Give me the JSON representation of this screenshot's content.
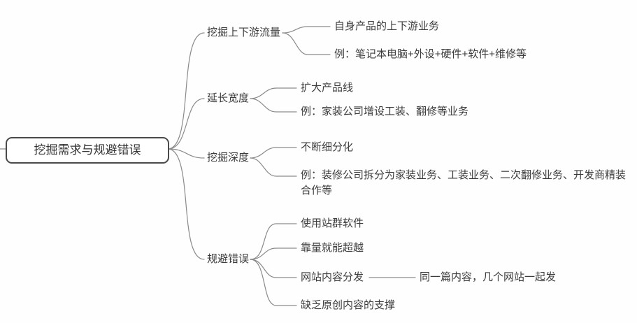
{
  "mindmap": {
    "root_label": "挖掘需求与规避错误",
    "line_color": "#8a8a8a",
    "branches": [
      {
        "label": "挖掘上下游流量",
        "children": [
          {
            "label": "自身产品的上下游业务"
          },
          {
            "label": "例：笔记本电脑+外设+硬件+软件+维修等"
          }
        ]
      },
      {
        "label": "延长宽度",
        "children": [
          {
            "label": "扩大产品线"
          },
          {
            "label": "例：家装公司增设工装、翻修等业务"
          }
        ]
      },
      {
        "label": "挖掘深度",
        "children": [
          {
            "label": "不断细分化"
          },
          {
            "label": "例：装修公司拆分为家装业务、工装业务、二次翻修业务、开发商精装合作等"
          }
        ]
      },
      {
        "label": "规避错误",
        "children": [
          {
            "label": "使用站群软件"
          },
          {
            "label": "靠量就能超越"
          },
          {
            "label": "网站内容分发",
            "children": [
              {
                "label": "同一篇内容，几个网站一起发"
              }
            ]
          },
          {
            "label": "缺乏原创内容的支撑"
          }
        ]
      }
    ]
  }
}
